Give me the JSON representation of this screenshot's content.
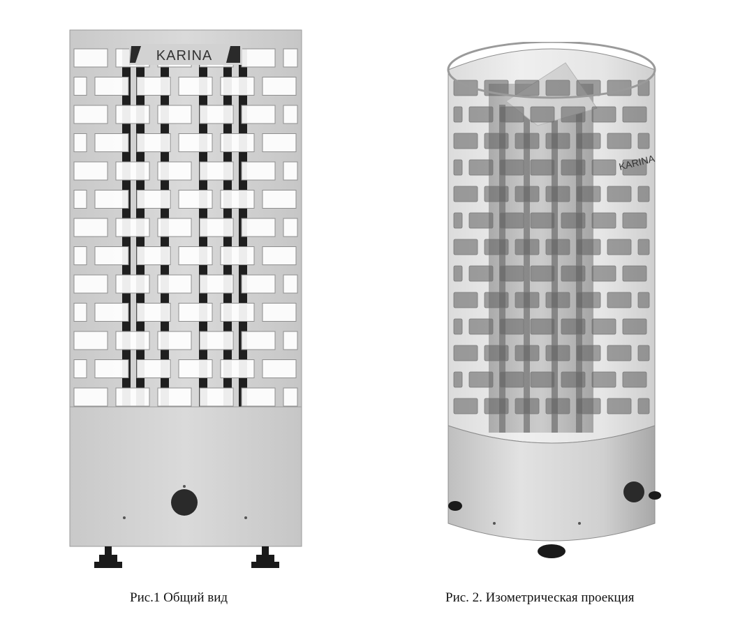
{
  "figures": [
    {
      "caption": "Рис.1 Общий вид",
      "brand": "KARINA"
    },
    {
      "caption": "Рис. 2. Изометрическая проекция",
      "brand": "KARINA"
    }
  ],
  "colors": {
    "metal": "#d6d6d6",
    "metal_dark": "#a9a9a9",
    "heater_element": "#1f1f1f",
    "knob": "#2a2a2a",
    "feet": "#1a1a1a"
  }
}
